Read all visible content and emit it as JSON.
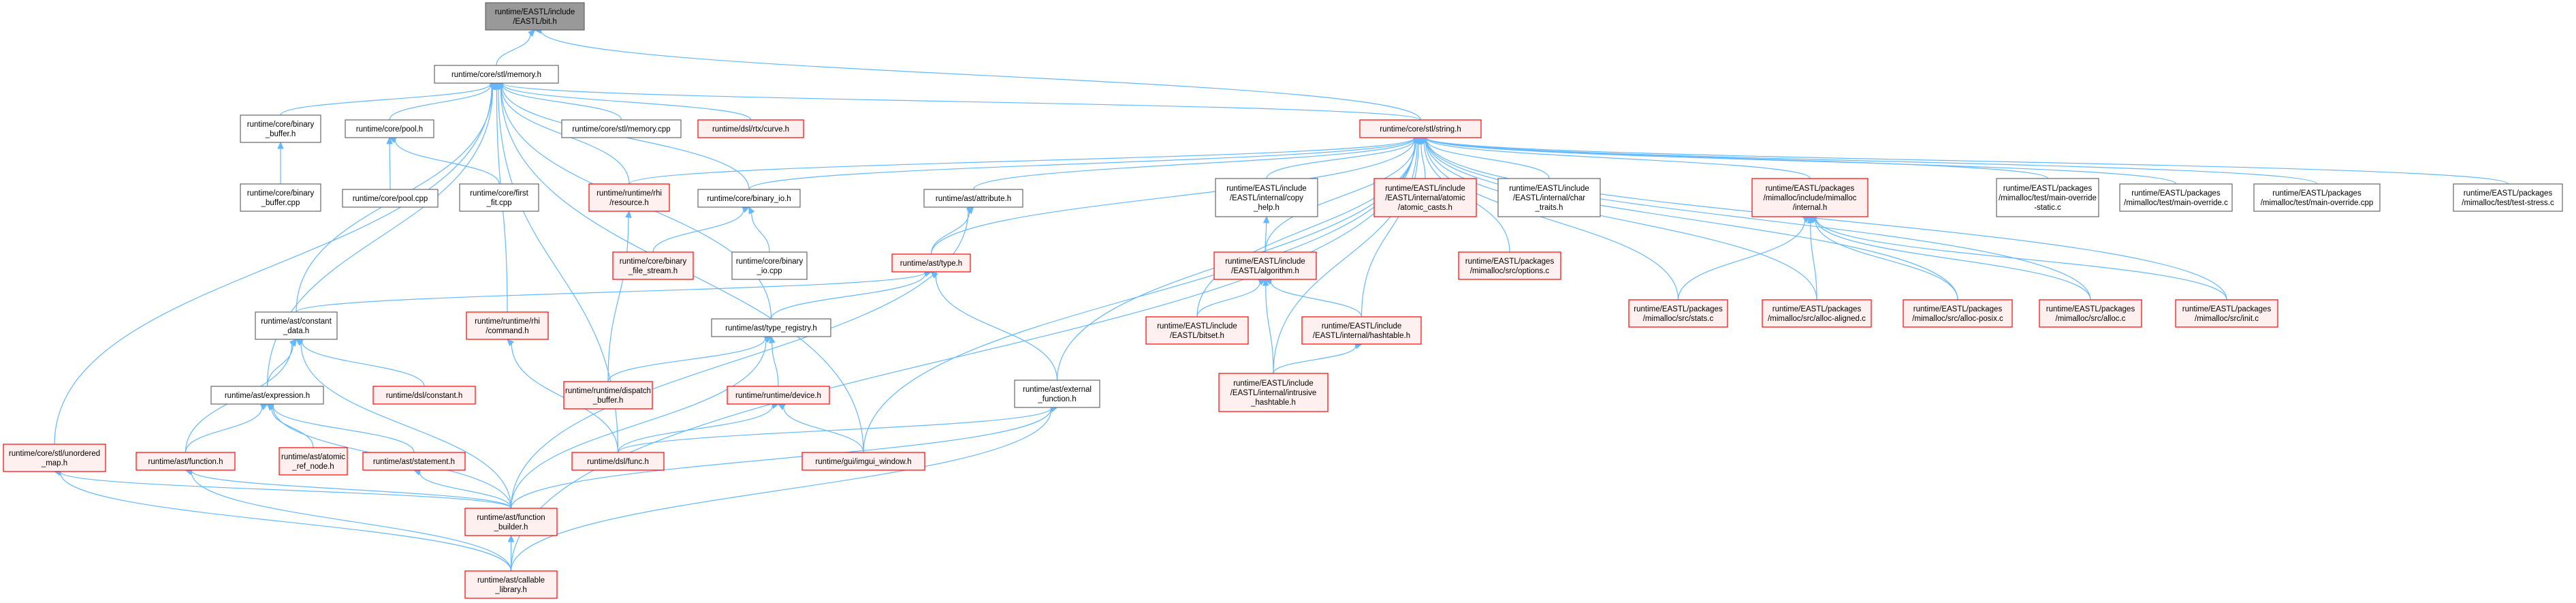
{
  "colors": {
    "edge": "#63b8ff",
    "root_fill": "#999999",
    "root_stroke": "#666666",
    "normal_fill": "#ffffff",
    "normal_stroke": "#666666",
    "red_fill": "#fff0f0",
    "red_stroke": "#ff0000"
  },
  "nodes": [
    {
      "id": "bit",
      "style": "root",
      "lines": [
        "runtime/EASTL/include",
        "/EASTL/bit.h"
      ]
    },
    {
      "id": "memory",
      "style": "normal",
      "lines": [
        "runtime/core/stl/memory.h"
      ]
    },
    {
      "id": "binbuf",
      "style": "normal",
      "lines": [
        "runtime/core/binary",
        "_buffer.h"
      ]
    },
    {
      "id": "binbufcpp",
      "style": "normal",
      "lines": [
        "runtime/core/binary",
        "_buffer.cpp"
      ]
    },
    {
      "id": "poolh",
      "style": "normal",
      "lines": [
        "runtime/core/pool.h"
      ]
    },
    {
      "id": "poolcpp",
      "style": "normal",
      "lines": [
        "runtime/core/pool.cpp"
      ]
    },
    {
      "id": "firstfit",
      "style": "normal",
      "lines": [
        "runtime/core/first",
        "_fit.cpp"
      ]
    },
    {
      "id": "memcpp",
      "style": "normal",
      "lines": [
        "runtime/core/stl/memory.cpp"
      ]
    },
    {
      "id": "curve",
      "style": "red",
      "lines": [
        "runtime/dsl/rtx/curve.h"
      ]
    },
    {
      "id": "rhires",
      "style": "red",
      "lines": [
        "runtime/runtime/rhi",
        "/resource.h"
      ]
    },
    {
      "id": "binio",
      "style": "normal",
      "lines": [
        "runtime/core/binary_io.h"
      ]
    },
    {
      "id": "binfs",
      "style": "red",
      "lines": [
        "runtime/core/binary",
        "_file_stream.h"
      ]
    },
    {
      "id": "biniocpp",
      "style": "normal",
      "lines": [
        "runtime/core/binary",
        "_io.cpp"
      ]
    },
    {
      "id": "string",
      "style": "red",
      "lines": [
        "runtime/core/stl/string.h"
      ]
    },
    {
      "id": "attr",
      "style": "normal",
      "lines": [
        "runtime/ast/attribute.h"
      ]
    },
    {
      "id": "type",
      "style": "red",
      "lines": [
        "runtime/ast/type.h"
      ]
    },
    {
      "id": "copyhelp",
      "style": "normal",
      "lines": [
        "runtime/EASTL/include",
        "/EASTL/internal/copy",
        "_help.h"
      ]
    },
    {
      "id": "atomic",
      "style": "red",
      "lines": [
        "runtime/EASTL/include",
        "/EASTL/internal/atomic",
        "/atomic_casts.h"
      ]
    },
    {
      "id": "chartraits",
      "style": "normal",
      "lines": [
        "runtime/EASTL/include",
        "/EASTL/internal/char",
        "_traits.h"
      ]
    },
    {
      "id": "miinternal",
      "style": "red",
      "lines": [
        "runtime/EASTL/packages",
        "/mimalloc/include/mimalloc",
        "/internal.h"
      ]
    },
    {
      "id": "mainstatic",
      "style": "normal",
      "lines": [
        "runtime/EASTL/packages",
        "/mimalloc/test/main-override",
        "-static.c"
      ]
    },
    {
      "id": "mainoc",
      "style": "normal",
      "lines": [
        "runtime/EASTL/packages",
        "/mimalloc/test/main-override.c"
      ]
    },
    {
      "id": "maincpp",
      "style": "normal",
      "lines": [
        "runtime/EASTL/packages",
        "/mimalloc/test/main-override.cpp"
      ]
    },
    {
      "id": "teststress",
      "style": "normal",
      "lines": [
        "runtime/EASTL/packages",
        "/mimalloc/test/test-stress.c"
      ]
    },
    {
      "id": "algorithm",
      "style": "red",
      "lines": [
        "runtime/EASTL/include",
        "/EASTL/algorithm.h"
      ]
    },
    {
      "id": "options",
      "style": "red",
      "lines": [
        "runtime/EASTL/packages",
        "/mimalloc/src/options.c"
      ]
    },
    {
      "id": "stats",
      "style": "red",
      "lines": [
        "runtime/EASTL/packages",
        "/mimalloc/src/stats.c"
      ]
    },
    {
      "id": "aligned",
      "style": "red",
      "lines": [
        "runtime/EASTL/packages",
        "/mimalloc/src/alloc-aligned.c"
      ]
    },
    {
      "id": "posix",
      "style": "red",
      "lines": [
        "runtime/EASTL/packages",
        "/mimalloc/src/alloc-posix.c"
      ]
    },
    {
      "id": "allocc",
      "style": "red",
      "lines": [
        "runtime/EASTL/packages",
        "/mimalloc/src/alloc.c"
      ]
    },
    {
      "id": "initc",
      "style": "red",
      "lines": [
        "runtime/EASTL/packages",
        "/mimalloc/src/init.c"
      ]
    },
    {
      "id": "bitset",
      "style": "red",
      "lines": [
        "runtime/EASTL/include",
        "/EASTL/bitset.h"
      ]
    },
    {
      "id": "hashtable",
      "style": "red",
      "lines": [
        "runtime/EASTL/include",
        "/EASTL/internal/hashtable.h"
      ]
    },
    {
      "id": "intrusive",
      "style": "red",
      "lines": [
        "runtime/EASTL/include",
        "/EASTL/internal/intrusive",
        "_hashtable.h"
      ]
    },
    {
      "id": "constdata",
      "style": "normal",
      "lines": [
        "runtime/ast/constant",
        "_data.h"
      ]
    },
    {
      "id": "command",
      "style": "red",
      "lines": [
        "runtime/runtime/rhi",
        "/command.h"
      ]
    },
    {
      "id": "typereg",
      "style": "normal",
      "lines": [
        "runtime/ast/type_registry.h"
      ]
    },
    {
      "id": "dslconst",
      "style": "red",
      "lines": [
        "runtime/dsl/constant.h"
      ]
    },
    {
      "id": "dispatch",
      "style": "red",
      "lines": [
        "runtime/runtime/dispatch",
        "_buffer.h"
      ]
    },
    {
      "id": "device",
      "style": "red",
      "lines": [
        "runtime/runtime/device.h"
      ]
    },
    {
      "id": "extfunc",
      "style": "normal",
      "lines": [
        "runtime/ast/external",
        "_function.h"
      ]
    },
    {
      "id": "expr",
      "style": "normal",
      "lines": [
        "runtime/ast/expression.h"
      ]
    },
    {
      "id": "unordered",
      "style": "red",
      "lines": [
        "runtime/core/stl/unordered",
        "_map.h"
      ]
    },
    {
      "id": "funch",
      "style": "red",
      "lines": [
        "runtime/ast/function.h"
      ]
    },
    {
      "id": "atomicref",
      "style": "red",
      "lines": [
        "runtime/ast/atomic",
        "_ref_node.h"
      ]
    },
    {
      "id": "statement",
      "style": "red",
      "lines": [
        "runtime/ast/statement.h"
      ]
    },
    {
      "id": "dslfunc",
      "style": "red",
      "lines": [
        "runtime/dsl/func.h"
      ]
    },
    {
      "id": "imgui",
      "style": "red",
      "lines": [
        "runtime/gui/imgui_window.h"
      ]
    },
    {
      "id": "fbuilder",
      "style": "red",
      "lines": [
        "runtime/ast/function",
        "_builder.h"
      ]
    },
    {
      "id": "callable",
      "style": "red",
      "lines": [
        "runtime/ast/callable",
        "_library.h"
      ]
    }
  ]
}
